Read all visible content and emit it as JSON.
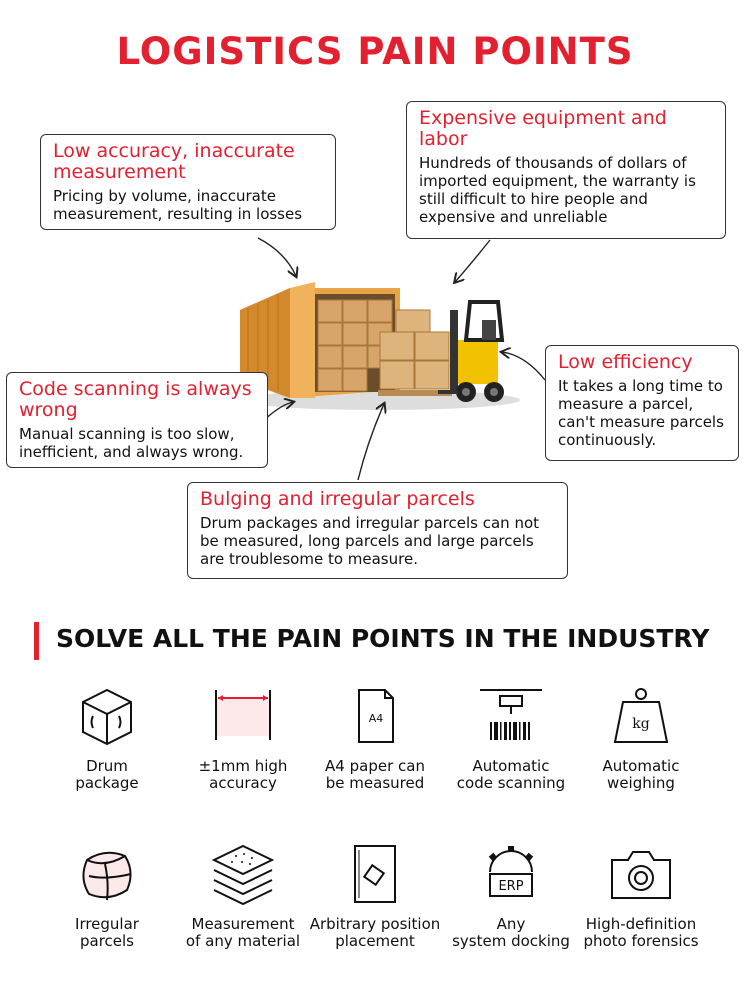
{
  "header": {
    "title": "LOGISTICS PAIN POINTS"
  },
  "callouts": [
    {
      "title": "Low accuracy, inaccurate measurement",
      "body": "Pricing by volume, inaccurate measurement, resulting in losses"
    },
    {
      "title": "Expensive equipment and labor",
      "body": "Hundreds of thousands of dollars of imported equipment, the warranty is still difficult to hire people and expensive and unreliable"
    },
    {
      "title": "Code scanning is always wrong",
      "body": "Manual scanning is too slow, inefficient, and always wrong."
    },
    {
      "title": "Low efficiency",
      "body": "It takes a long time to measure a parcel, can't measure parcels continuously."
    },
    {
      "title": "Bulging and irregular parcels",
      "body": "Drum packages and irregular parcels can not be measured, long parcels and large parcels are troublesome to measure."
    }
  ],
  "section": {
    "title": "SOLVE ALL THE PAIN POINTS IN THE INDUSTRY"
  },
  "features": [
    {
      "label": "Drum\npackage",
      "icon": "drum-package-icon"
    },
    {
      "label": "±1mm high\naccuracy",
      "icon": "accuracy-ruler-icon"
    },
    {
      "label": "A4 paper can\nbe measured",
      "icon": "a4-paper-icon",
      "icon_text": "A4"
    },
    {
      "label": "Automatic\ncode scanning",
      "icon": "barcode-scanner-icon"
    },
    {
      "label": "Automatic\nweighing",
      "icon": "weight-icon",
      "icon_text": "kg"
    },
    {
      "label": "Irregular\nparcels",
      "icon": "irregular-parcel-icon"
    },
    {
      "label": "Measurement\nof any material",
      "icon": "material-layers-icon"
    },
    {
      "label": "Arbitrary position\nplacement",
      "icon": "position-placement-icon"
    },
    {
      "label": "Any\nsystem docking",
      "icon": "erp-gear-icon",
      "icon_text": "ERP"
    },
    {
      "label": "High-definition\nphoto forensics",
      "icon": "camera-icon"
    }
  ],
  "colors": {
    "accent": "#e3202f",
    "text": "#111111",
    "container": "#e8a040",
    "forklift": "#f2c200"
  }
}
